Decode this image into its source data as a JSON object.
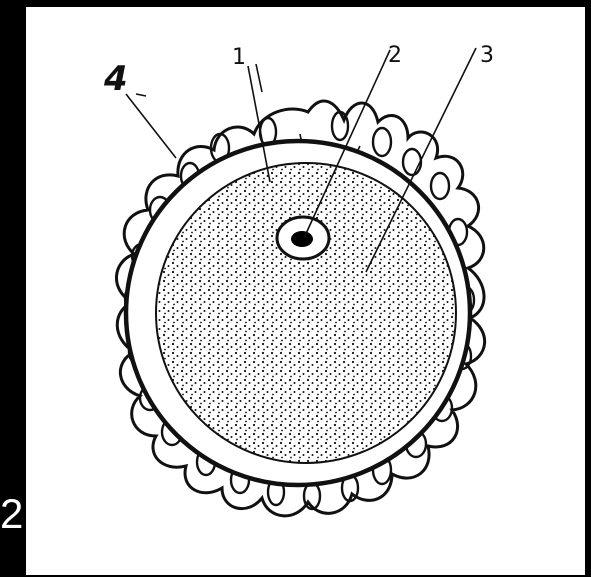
{
  "labels": {
    "one": "1",
    "two": "2",
    "three": "3",
    "four": "4"
  },
  "side_number": "2",
  "colors": {
    "background": "#000000",
    "panel": "#ffffff",
    "ink": "#111111"
  }
}
